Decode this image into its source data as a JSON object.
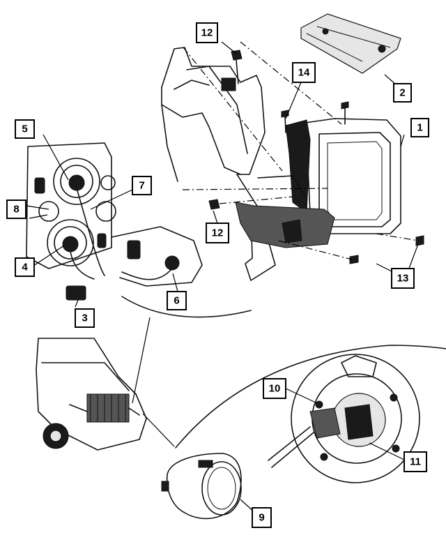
{
  "callouts": [
    {
      "id": "1",
      "label": "1"
    },
    {
      "id": "2",
      "label": "2"
    },
    {
      "id": "3",
      "label": "3"
    },
    {
      "id": "4",
      "label": "4"
    },
    {
      "id": "5",
      "label": "5"
    },
    {
      "id": "6",
      "label": "6"
    },
    {
      "id": "7",
      "label": "7"
    },
    {
      "id": "8",
      "label": "8"
    },
    {
      "id": "9",
      "label": "9"
    },
    {
      "id": "10",
      "label": "10"
    },
    {
      "id": "11",
      "label": "11"
    },
    {
      "id": "12a",
      "label": "12"
    },
    {
      "id": "12b",
      "label": "12"
    },
    {
      "id": "13",
      "label": "13"
    },
    {
      "id": "14",
      "label": "14"
    }
  ]
}
